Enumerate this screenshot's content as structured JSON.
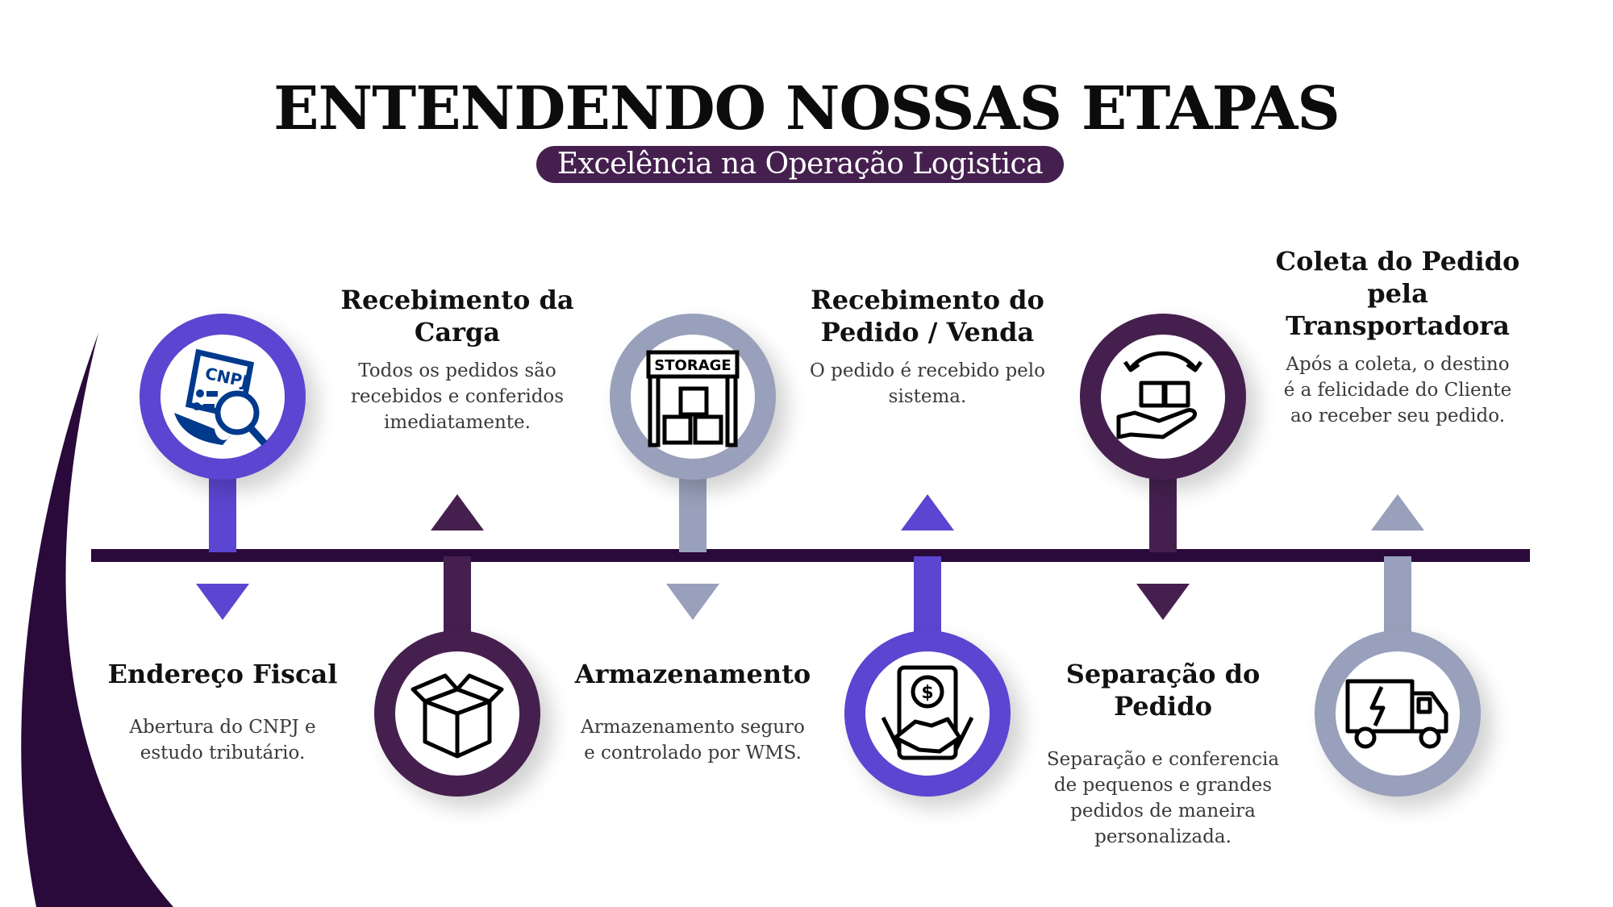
{
  "header": {
    "title": "ENTENDENDO NOSSAS ETAPAS",
    "subtitle": "Excelência na Operação Logistica"
  },
  "colors": {
    "purple": "#5c45d0",
    "dark": "#45204f",
    "gray": "#98a0bb",
    "bar": "#2a0a3a"
  },
  "steps": [
    {
      "title": "Endereço Fiscal",
      "description": "Abertura do CNPJ e\nestudo tributário.",
      "icon": "cnpj-search-icon",
      "icon_text": "CNPJ"
    },
    {
      "title": "Recebimento da\nCarga",
      "description": "Todos os pedidos são\nrecebidos e conferidos\nimediatamente.",
      "icon": "open-box-icon"
    },
    {
      "title": "Armazenamento",
      "description": "Armazenamento seguro\ne controlado por WMS.",
      "icon": "storage-warehouse-icon",
      "icon_text": "STORAGE"
    },
    {
      "title": "Recebimento do\nPedido / Venda",
      "description": "O pedido é recebido pelo\nsistema.",
      "icon": "handshake-deal-icon"
    },
    {
      "title": "Separação do\nPedido",
      "description": "Separação e conferencia\nde pequenos e grandes\npedidos de maneira\npersonalizada.",
      "icon": "hand-boxes-transfer-icon"
    },
    {
      "title": "Coleta do Pedido\npela\nTransportadora",
      "description": "Após a coleta, o destino\né a felicidade do Cliente\nao receber seu pedido.",
      "icon": "delivery-truck-icon"
    }
  ]
}
